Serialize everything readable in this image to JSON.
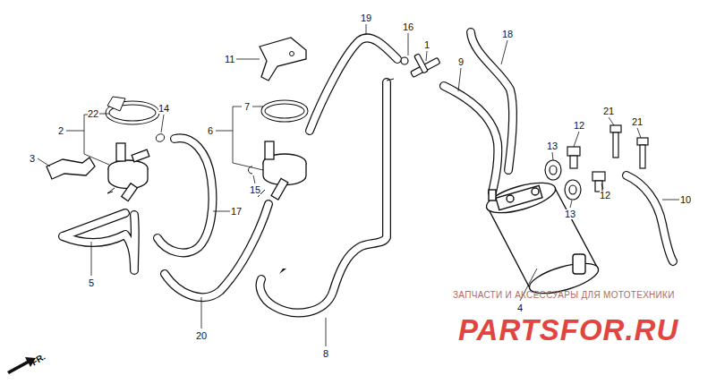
{
  "diagram": {
    "labels": [
      "19",
      "16",
      "1",
      "18",
      "11",
      "9",
      "7",
      "22",
      "2",
      "14",
      "6",
      "3",
      "21",
      "21",
      "12",
      "13",
      "12",
      "13",
      "10",
      "17",
      "15",
      "5",
      "4",
      "20",
      "8",
      "ЗАПЧАСТИ И АКСЕССУАРЫ ДЛЯ МОТОТЕХНИКИ",
      "PARTSFOR.RU",
      "FR."
    ]
  }
}
